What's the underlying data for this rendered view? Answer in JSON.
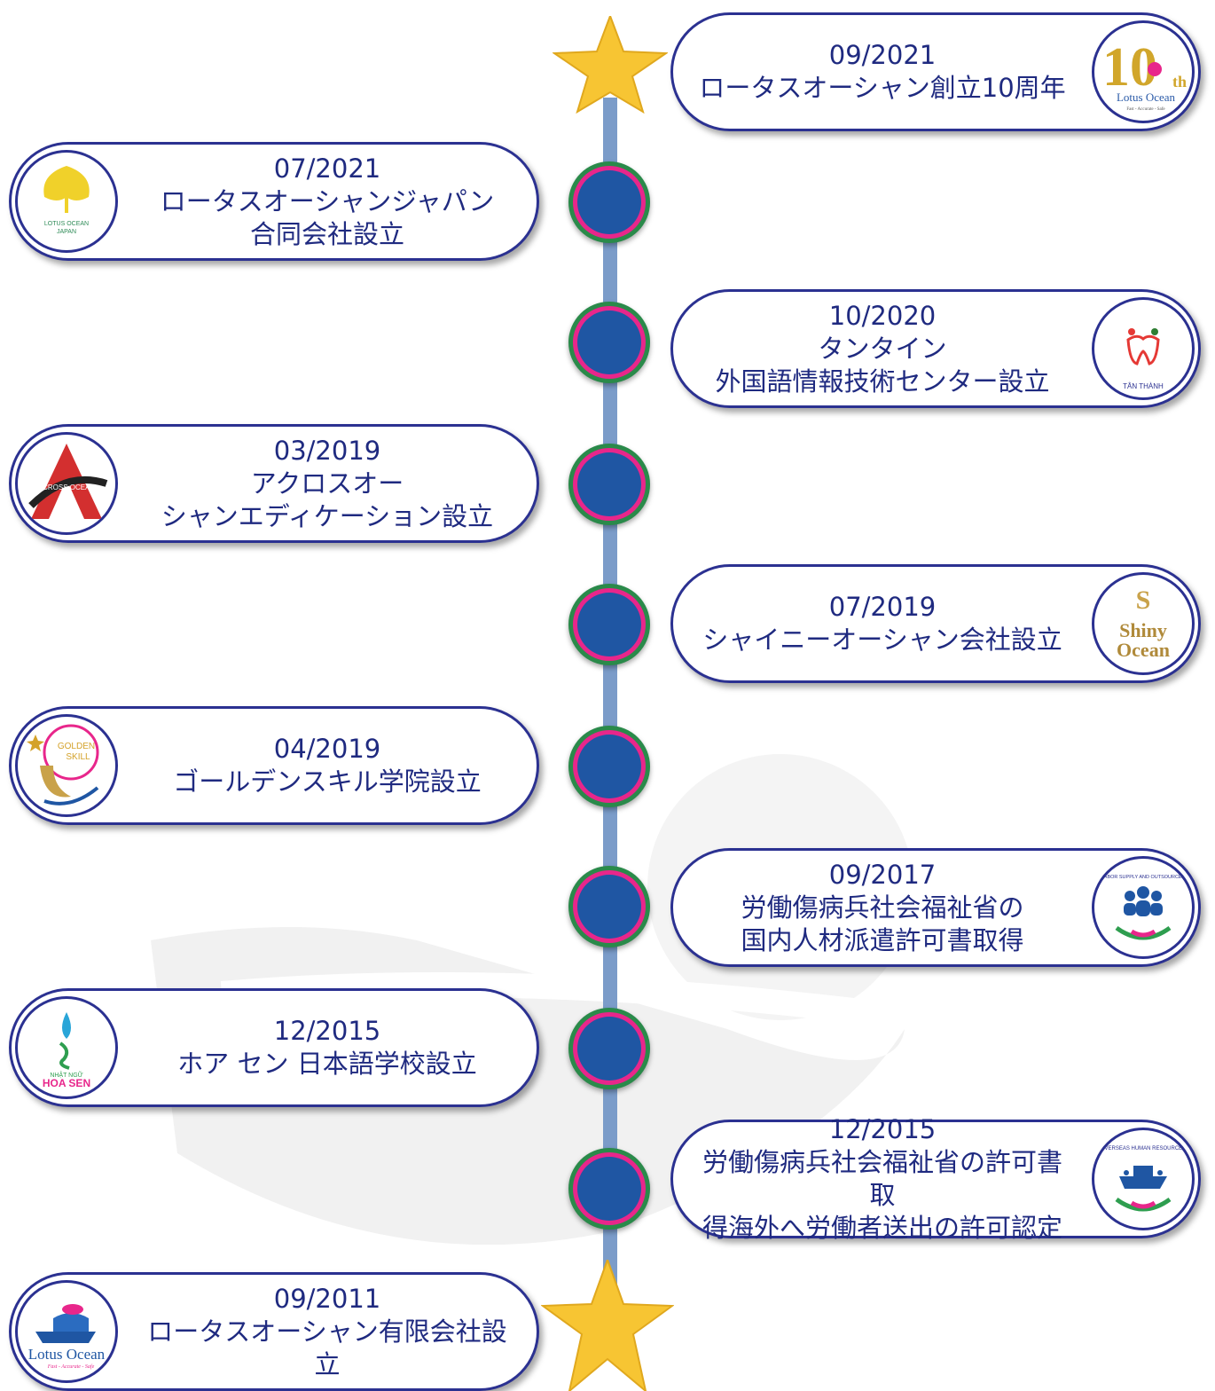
{
  "milestones": [
    {
      "date": "09/2021",
      "lines": [
        "ロータスオーシャン創立10周年"
      ],
      "logo_text": [
        "Lotus Ocean",
        "10",
        "th",
        "Fast - Accurate - Safe"
      ]
    },
    {
      "date": "07/2021",
      "lines": [
        "ロータスオーシャンジャパン",
        "合同会社設立"
      ],
      "logo_text": [
        "LOTUS OCEAN",
        "JAPAN"
      ]
    },
    {
      "date": "10/2020",
      "lines": [
        "タンタイン",
        "外国語情報技術センター設立"
      ],
      "logo_text": [
        "TÂN THÀNH"
      ]
    },
    {
      "date": "03/2019",
      "lines": [
        "アクロスオー",
        "シャンエディケーション設立"
      ],
      "logo_text": [
        "ACROSS OCEAN"
      ]
    },
    {
      "date": "07/2019",
      "lines": [
        "シャイニーオーシャン会社設立"
      ],
      "logo_text": [
        "Shiny",
        "Ocean"
      ]
    },
    {
      "date": "04/2019",
      "lines": [
        "ゴールデンスキル学院設立"
      ],
      "logo_text": [
        "GOLDEN",
        "SKILL"
      ]
    },
    {
      "date": "09/2017",
      "lines": [
        "労働傷病兵社会福祉省の",
        "国内人材派遣許可書取得"
      ],
      "logo_text": [
        "LABOR SUPPLY AND OUTSOURCES"
      ]
    },
    {
      "date": "12/2015",
      "lines": [
        "ホア セン 日本語学校設立"
      ],
      "logo_text": [
        "NHẬT NGỮ",
        "HOA SEN"
      ]
    },
    {
      "date": "12/2015",
      "lines": [
        "労働傷病兵社会福祉省の許可書取",
        "得海外へ労働者送出の許可認定"
      ],
      "logo_text": [
        "OVERSEAS HUMAN RESOURCES"
      ]
    },
    {
      "date": "09/2011",
      "lines": [
        "ロータスオーシャン有限会社設立"
      ],
      "logo_text": [
        "Lotus Ocean",
        "Fast - Accurate - Safe"
      ]
    }
  ],
  "colors": {
    "text": "#1f2a80",
    "border": "#2b3191",
    "line": "#7b9cc9",
    "dot_outer": "#2a8a4a",
    "dot_ring": "#e8268b",
    "dot_inner": "#1f56a3",
    "star": "#f7c533"
  }
}
